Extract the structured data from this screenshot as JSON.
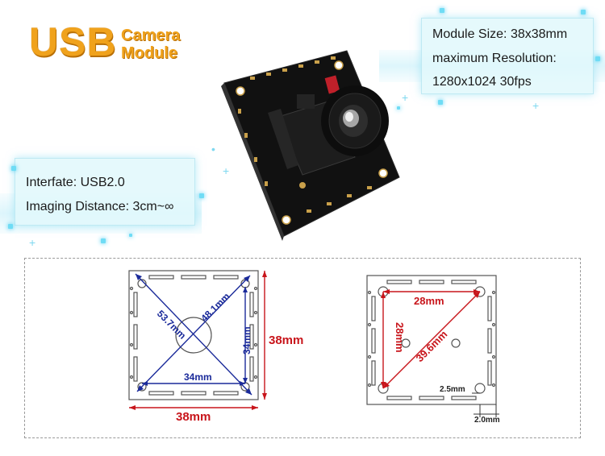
{
  "title": {
    "brand": "USB",
    "line1": "Camera",
    "line2": "Module"
  },
  "specs_right": [
    "Module Size: 38x38mm",
    "maximum Resolution:",
    "1280x1024 30fps"
  ],
  "specs_left": [
    "Interfate: USB2.0",
    "Imaging Distance: 3cm~∞"
  ],
  "diagram_left": {
    "diag1": "53.7mm",
    "diag2": "48.1mm",
    "vertical_inner": "34mm",
    "horizontal_inner": "34mm",
    "vertical_outer": "38mm",
    "horizontal_outer": "38mm"
  },
  "diagram_right": {
    "top": "28mm",
    "side": "28mm",
    "diagonal": "39.6mm",
    "hole": "2.5mm",
    "edge": "2.0mm"
  },
  "colors": {
    "title": "#f0a21c",
    "dimension_red": "#c8151b",
    "dimension_blue": "#1a2a9a",
    "glow": "#6fdcf5"
  }
}
